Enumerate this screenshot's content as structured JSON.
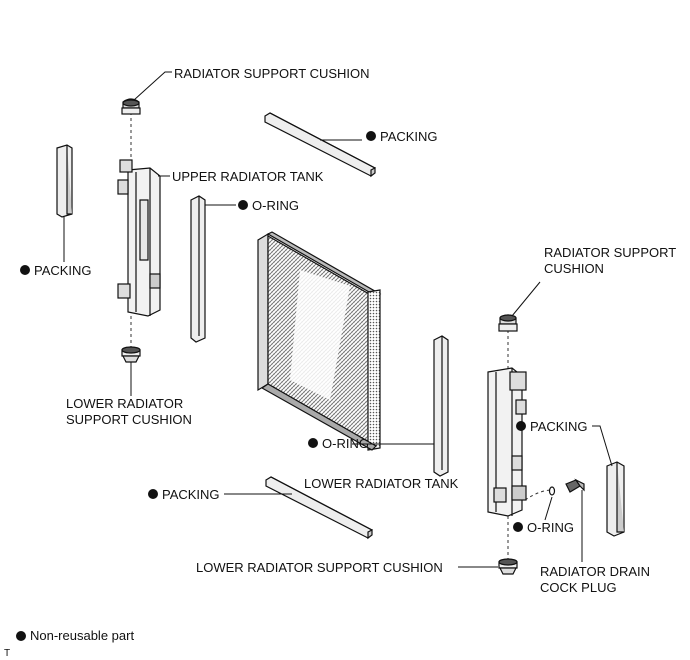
{
  "labels": {
    "radiator_support_cushion_top": "RADIATOR SUPPORT CUSHION",
    "upper_radiator_tank": "UPPER RADIATOR TANK",
    "packing": "PACKING",
    "o_ring": "O-RING",
    "radiator_support_cushion_right_1": "RADIATOR SUPPORT",
    "radiator_support_cushion_right_2": "CUSHION",
    "lower_radiator_support_cushion_left_1": "LOWER RADIATOR",
    "lower_radiator_support_cushion_left_2": "SUPPORT CUSHION",
    "lower_radiator_tank": "LOWER RADIATOR TANK",
    "lower_radiator_support_cushion_bottom": "LOWER RADIATOR SUPPORT CUSHION",
    "radiator_drain_cock_plug_1": "RADIATOR DRAIN",
    "radiator_drain_cock_plug_2": "COCK PLUG",
    "legend": "Non-reusable part",
    "corner_mark": "T"
  },
  "colors": {
    "line": "#111111",
    "fill_light": "#eeeeee",
    "fill_mid": "#cccccc",
    "fill_dark": "#555555",
    "core_mesh": "#666666"
  },
  "icons": {
    "non_reusable_marker": "filled-circle"
  }
}
